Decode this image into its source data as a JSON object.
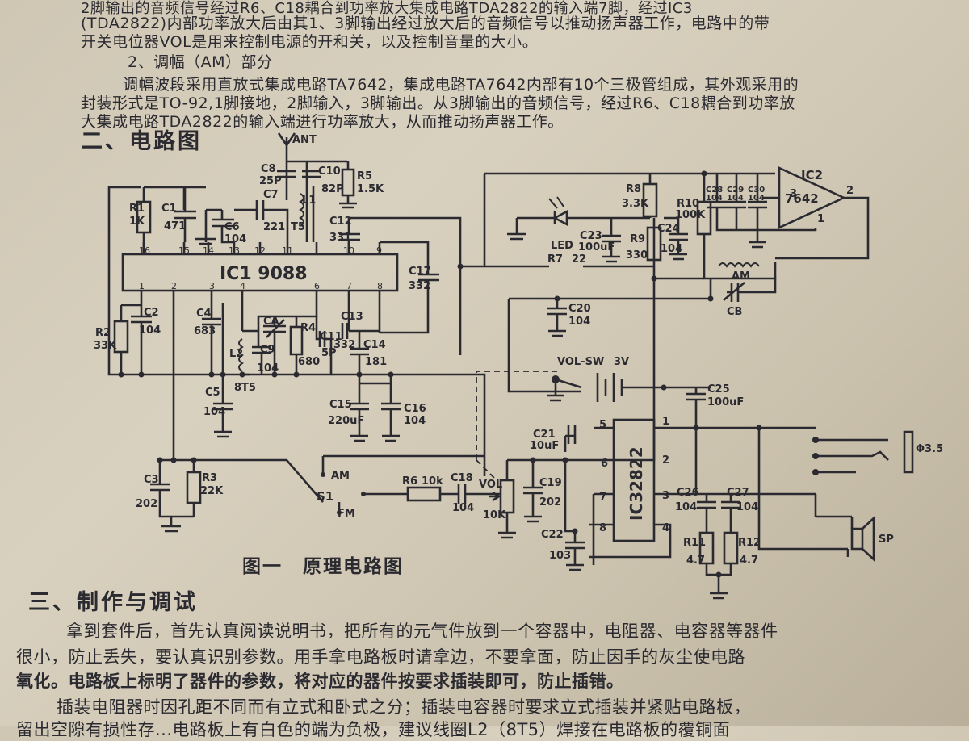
{
  "paragraphs": {
    "top_line1": "2脚输出的音频信号经过R6、C18耦合到功率放大集成电路TDA2822的输入端7脚，经过IC3",
    "top_line2": "(TDA2822)内部功率放大后由其1、3脚输出经过放大后的音频信号以推动扬声器工作，电路中的带",
    "top_line3": "开关电位器VOL是用来控制电源的开和关，以及控制音量的大小。",
    "am_heading": "2、调幅（AM）部分",
    "am_line1": "调幅波段采用直放式集成电路TA7642，集成电路TA7642内部有10个三极管组成，其外观采用的",
    "am_line2": "封装形式是TO-92,1脚接地，2脚输入，3脚输出。从3脚输出的音频信号，经过R6、C18耦合到功率放",
    "am_line3": "大集成电路TDA2822的输入端进行功率放大，从而推动扬声器工作。",
    "bottom_line1": "拿到套件后，首先认真阅读说明书，把所有的元气件放到一个容器中，电阻器、电容器等器件",
    "bottom_line2": "很小，防止丢失，要认真识别参数。用手拿电路板时请拿边，不要拿面，防止因手的灰尘使电路",
    "bottom_line3": "氧化。电路板上标明了器件的参数，将对应的器件按要求插装即可，防止插错。",
    "bottom_line4": "插装电阻器时因孔距不同而有立式和卧式之分；插装电容器时要求立式插装并紧贴电路板，",
    "bottom_line5": "留出空隙有损性存...电路板上有白色的端为负极，建议线圈L2（8T5）焊接在电路板的覆铜面"
  },
  "headings": {
    "section2": "二、电路图",
    "section3": "三、制作与调试"
  },
  "figure": {
    "caption": "图一　原理电路图",
    "labels": {
      "ANT": "ANT",
      "C8": "C8",
      "C8v": "25P",
      "C10": "C10",
      "C10v": "82P",
      "R5": "R5",
      "R5v": "1.5K",
      "C7": "C7",
      "C7v": "221",
      "L1": "L1",
      "T5": "T5",
      "C12": "C12",
      "C12v": "331",
      "R1": "R1",
      "R1v": "1K",
      "C1": "C1",
      "C1v": "471",
      "C6": "C6",
      "C6v": "104",
      "IC1": "IC1  9088",
      "C17": "C17",
      "C17v": "332",
      "C2": "C2",
      "C2v": "104",
      "R2": "R2",
      "R2v": "33K",
      "C4": "C4",
      "C4v": "683",
      "CA": "CA",
      "R4": "R4",
      "R4v": "680",
      "C13": "C13",
      "C11": "C11",
      "C11v": "5P",
      "C13v": "332",
      "C14": "C14",
      "C14v": "181",
      "L2": "L2",
      "C9": "C9",
      "C9v": "104",
      "L2v": "8T5",
      "C5": "C5",
      "C5v": "104",
      "C15": "C15",
      "C15v": "220uF",
      "C16": "C16",
      "C16v": "104",
      "C3": "C3",
      "C3v": "202",
      "R3": "R3",
      "R3v": "22K",
      "AM": "AM",
      "S1": "S1",
      "FM": "FM",
      "R6": "R6",
      "R6v": "10k",
      "C18": "C18",
      "C18v": "104",
      "VOL": "VOL",
      "VOLv": "10K",
      "R8": "R8",
      "R8v": "3.3K",
      "LED": "LED",
      "C23": "C23",
      "C23v": "100uF",
      "R9": "R9",
      "R9v": "330",
      "C24": "C24",
      "C24v": "104",
      "R10": "R10",
      "R10v": "100K",
      "C28": "C28",
      "C28v": "104",
      "C29": "C29",
      "C29v": "104",
      "C30": "C30",
      "C30v": "104",
      "IC2": "IC2",
      "IC2chip": "7642",
      "R7": "R7",
      "R7v": "22",
      "AMcoil": "AM",
      "CB": "CB",
      "C20": "C20",
      "C20v": "104",
      "VOLSW": "VOL-SW",
      "V3": "3V",
      "C25": "C25",
      "C25v": "100uF",
      "C21": "C21",
      "C21v": "10uF",
      "IC3": "IC32822",
      "C19": "C19",
      "C19v": "202",
      "C22": "C22",
      "C22v": "103",
      "C26": "C26",
      "C26v": "104",
      "C27": "C27",
      "C27v": "104",
      "R11": "R11",
      "R11v": "4.7",
      "R12": "R12",
      "R12v": "4.7",
      "PHI": "Φ3.5",
      "SP": "SP",
      "p1": "1",
      "p2": "2",
      "p3": "3",
      "p4": "4",
      "p5": "5",
      "p6": "6",
      "p7": "7",
      "p8": "8",
      "p9": "9",
      "p10": "10",
      "p11": "11",
      "p12": "12",
      "p13": "13",
      "p14": "14",
      "p15": "15",
      "p16": "16"
    }
  }
}
